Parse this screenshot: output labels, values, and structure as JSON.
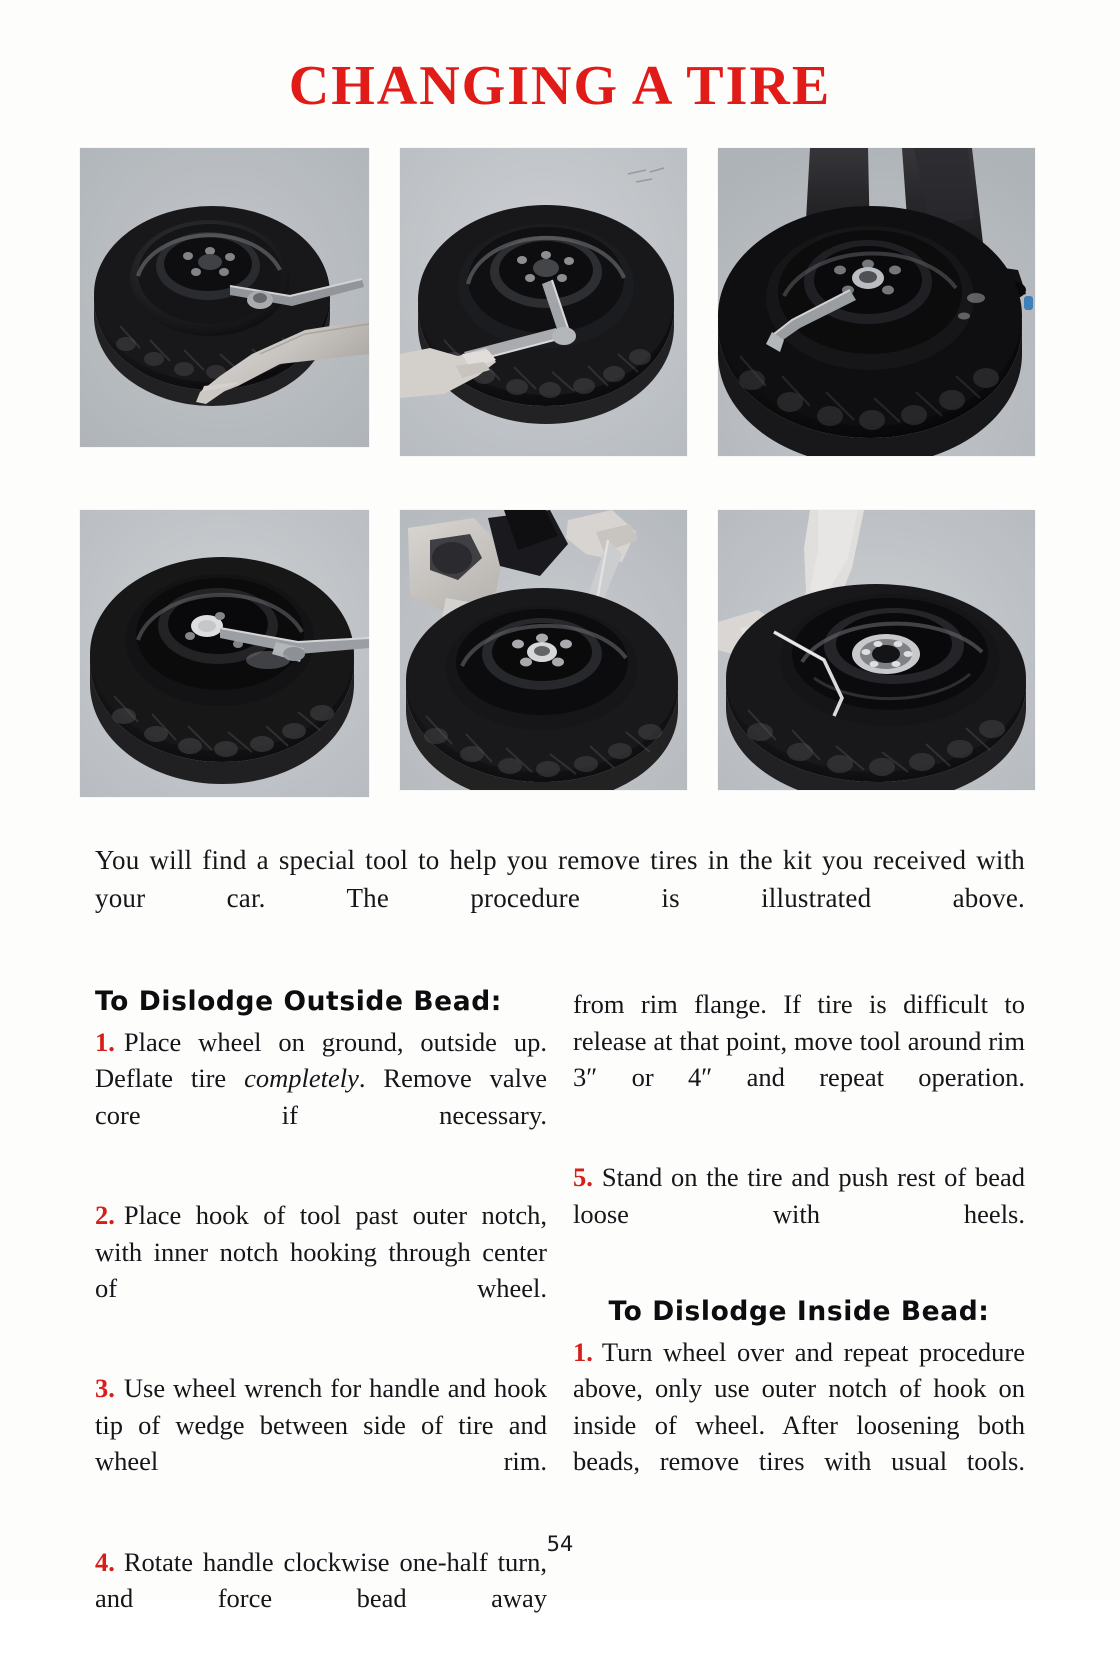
{
  "title": "CHANGING A TIRE",
  "title_color": "#e01b18",
  "accent_number_color": "#d81e1a",
  "photos": [
    {
      "name": "photo-step-1",
      "caption_semantic": "hand-positioning-tool-on-wheel-hub"
    },
    {
      "name": "photo-step-2",
      "caption_semantic": "hand-holding-wrench-against-tire-sidewall"
    },
    {
      "name": "photo-step-3",
      "caption_semantic": "person-standing-on-tire-with-tool-in-hub"
    },
    {
      "name": "photo-step-4",
      "caption_semantic": "angled-view-of-tool-wedged-in-wheel-rim"
    },
    {
      "name": "photo-step-5",
      "caption_semantic": "person-bending-over-tire-using-wrench-handle"
    },
    {
      "name": "photo-step-6",
      "caption_semantic": "hands-prying-bead-loose-from-inside-of-wheel"
    }
  ],
  "intro": "You will find a special tool to help you remove tires in the kit you received with your car. The procedure is illustrated above.",
  "left_column": {
    "heading": "To Dislodge Outside Bead:",
    "steps": [
      {
        "number": "1.",
        "text_before_italic": "Place wheel on ground, outside up. Deflate tire ",
        "italic": "completely",
        "text_after_italic": ". Remove valve core if necessary."
      },
      {
        "number": "2.",
        "text": "Place hook of tool past outer notch, with inner notch hooking through center of wheel."
      },
      {
        "number": "3.",
        "text": "Use wheel wrench for handle and hook tip of wedge between side of tire and wheel rim."
      },
      {
        "number": "4.",
        "text": "Rotate handle clockwise one-half turn, and force bead away"
      }
    ]
  },
  "right_column": {
    "continuation": "from rim flange. If tire is difficult to release at that point, move tool around rim 3″ or 4″ and repeat operation.",
    "step5": {
      "number": "5.",
      "text": "Stand on the tire and push rest of bead loose with heels."
    },
    "heading": "To Dislodge Inside Bead:",
    "step1": {
      "number": "1.",
      "text": "Turn wheel over and repeat procedure above, only use outer notch of hook on inside of wheel. After loosening both beads, remove tires with usual tools."
    }
  },
  "folio": "54"
}
